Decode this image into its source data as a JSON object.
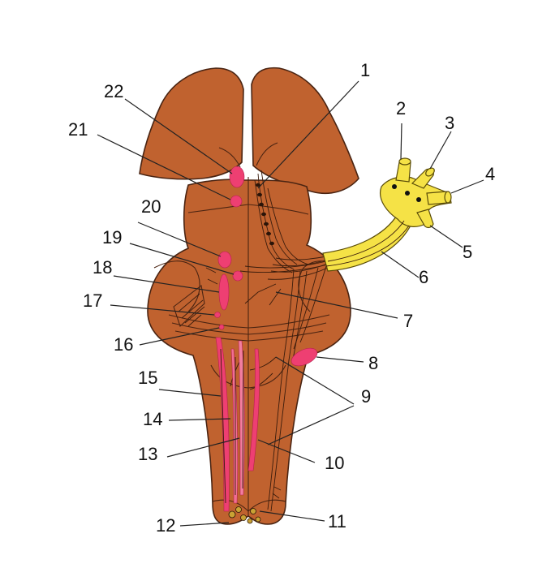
{
  "labels": [
    "1",
    "2",
    "3",
    "4",
    "5",
    "6",
    "7",
    "8",
    "9",
    "10",
    "11",
    "12",
    "13",
    "14",
    "15",
    "16",
    "17",
    "18",
    "19",
    "20",
    "21",
    "22"
  ],
  "colors": {
    "brainstem": "#c0622f",
    "outline": "#4a2412",
    "nuclei": "#ee3f72",
    "nerve": "#f5e246",
    "background": "#ffffff"
  }
}
